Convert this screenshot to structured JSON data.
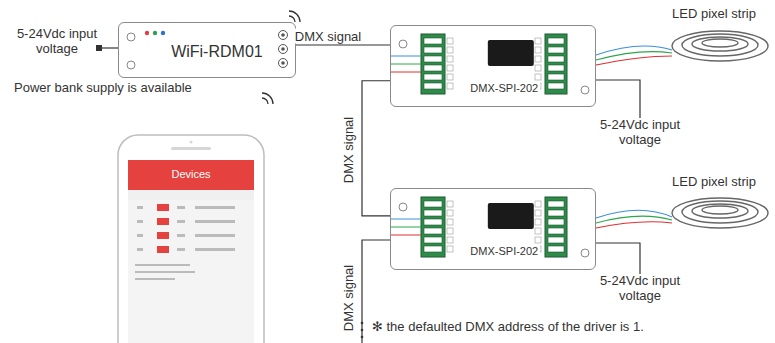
{
  "diagram": {
    "nodes": [
      {
        "text": [
          "WiFi-RDM01"
        ]
      },
      {
        "text": [
          "DMX-SPI-202"
        ]
      },
      {
        "text": [
          "DMX-SPI-202"
        ]
      }
    ],
    "edges": [
      {
        "from": 0,
        "to": 1,
        "arrow": "none",
        "label": "DMX signal"
      },
      {
        "from": 1,
        "to": 2,
        "arrow": "none",
        "label": "DMX signal"
      }
    ],
    "labels": [
      "5-24Vdc input voltage",
      "Power bank supply is available",
      "Devices",
      "LED pixel strip",
      "5-24Vdc input voltage",
      "LED pixel strip",
      "5-24Vdc input voltage",
      "DMX signal",
      "✻ the defaulted DMX address of the driver is 1."
    ]
  }
}
